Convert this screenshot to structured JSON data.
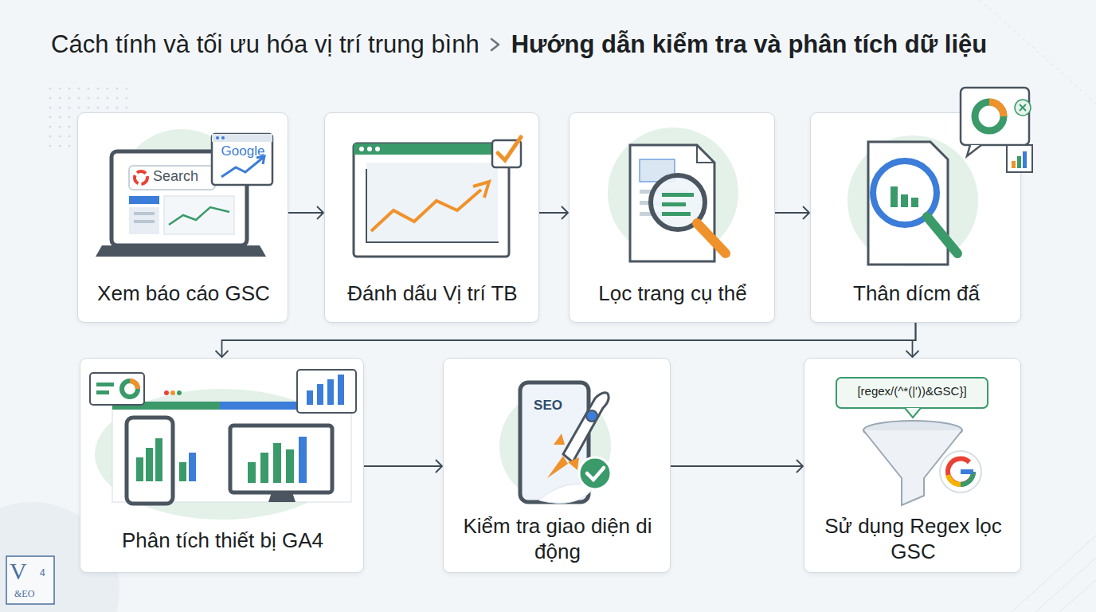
{
  "diagram": {
    "title": "Cách tính và tối ưu hóa vị trí trung bình",
    "nodes": [
      {
        "text": [
          "Xem báo cáo GSC"
        ]
      },
      {
        "text": [
          "Đánh dấu Vị trí TB"
        ]
      },
      {
        "text": [
          "Lọc trang cụ thể"
        ]
      },
      {
        "text": [
          "Thân dícm đấ"
        ]
      },
      {
        "text": [
          "Phân tích thiết bị GA4"
        ]
      },
      {
        "text": [
          "Kiểm tra giao diện di động"
        ]
      },
      {
        "text": [
          "Sử dụng Regex lọc GSC"
        ]
      }
    ],
    "edges": [
      {
        "from": 0,
        "to": 1,
        "arrow": "to"
      },
      {
        "from": 1,
        "to": 2,
        "arrow": "to"
      },
      {
        "from": 2,
        "to": 3,
        "arrow": "to"
      },
      {
        "from": 3,
        "to": 4,
        "arrow": "to"
      },
      {
        "from": 3,
        "to": 6,
        "arrow": "to"
      },
      {
        "from": 4,
        "to": 5,
        "arrow": "to"
      },
      {
        "from": 5,
        "to": 6,
        "arrow": "to"
      }
    ],
    "labels": [
      "Hướng dẫn kiểm tra và phân tích dữ liệu",
      "Search",
      "Google",
      "SEO",
      "[regex/(^*(|'))&GSC}]",
      "V",
      "4",
      "&EO"
    ]
  }
}
